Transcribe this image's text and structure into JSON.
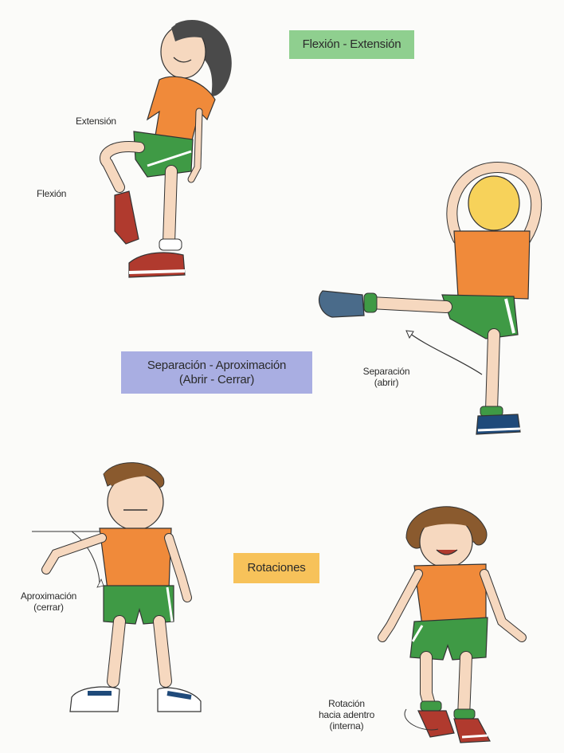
{
  "titles": {
    "flexion_extension": "Flexión - Extensión",
    "separacion_line1": "Separación - Aproximación",
    "separacion_line2": "(Abrir - Cerrar)",
    "rotaciones": "Rotaciones"
  },
  "labels": {
    "extension": "Extensión",
    "flexion": "Flexión",
    "separacion_line1": "Separación",
    "separacion_line2": "(abrir)",
    "aproximacion_line1": "Aproximación",
    "aproximacion_line2": "(cerrar)",
    "rotacion_line1": "Rotación",
    "rotacion_line2": "hacia adentro",
    "rotacion_line3": "(interna)"
  },
  "colors": {
    "green_box": "#8fcf8f",
    "purple_box": "#a9aee2",
    "orange_box": "#f7c25a",
    "shirt": "#f08a3a",
    "shorts": "#3f9a45",
    "skin": "#f6d8bf"
  }
}
